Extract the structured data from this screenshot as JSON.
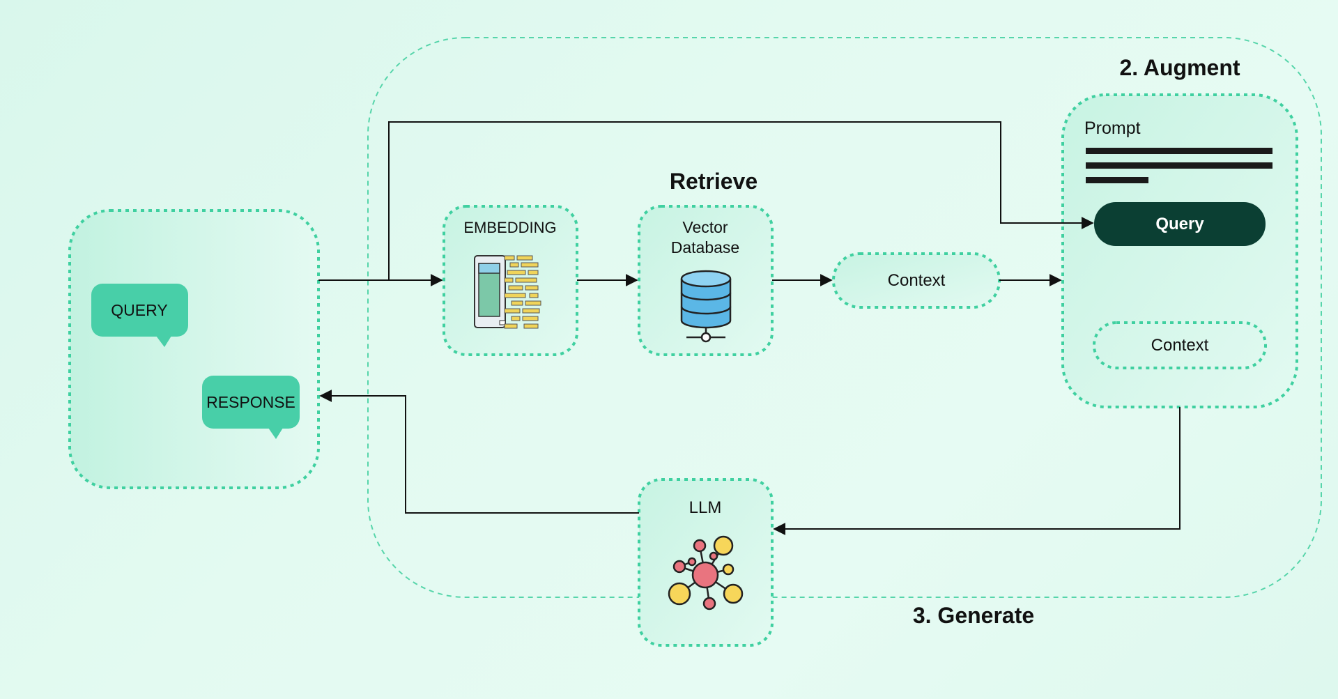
{
  "labels": {
    "augment_title": "2. Augment",
    "retrieve_title": "Retrieve",
    "generate_title": "3. Generate",
    "query_bubble": "QUERY",
    "response_bubble": "RESPONSE",
    "embedding": "EMBEDDING",
    "vector_db_line1": "Vector",
    "vector_db_line2": "Database",
    "context_retrieved": "Context",
    "prompt": "Prompt",
    "prompt_query": "Query",
    "prompt_context": "Context",
    "llm": "LLM"
  },
  "icons": {
    "embedding": "embedding-document-icon",
    "vector_db": "database-icon",
    "llm": "neural-network-icon"
  },
  "colors": {
    "dashed_border": "#3fd0a0",
    "bubble": "#48cfa8",
    "query_pill": "#0b3f33",
    "arrow": "#111111"
  }
}
